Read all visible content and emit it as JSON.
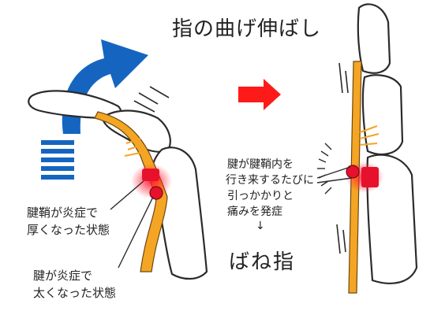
{
  "title": "指の曲げ伸ばし",
  "left_labels": {
    "sheath_line1": "腱鞘が炎症で",
    "sheath_line2": "厚くなった状態",
    "tendon_line1": "腱が炎症で",
    "tendon_line2": "太くなった状態"
  },
  "right_labels": {
    "line1": "腱が腱鞘内を",
    "line2": "行き来するたびに",
    "line3": "引っかかりと",
    "line4": "痛みを発症",
    "down_arrow": "↓",
    "result": "ばね指"
  },
  "colors": {
    "motion_arrow": "#1565c0",
    "transition_arrow": "#ff1a1a",
    "tendon": "#f5a524",
    "inflammation": "#e8112d",
    "bone_outline": "#2b2b2b"
  },
  "icons": [
    "curved-up-arrow",
    "right-arrow",
    "down-arrow"
  ]
}
